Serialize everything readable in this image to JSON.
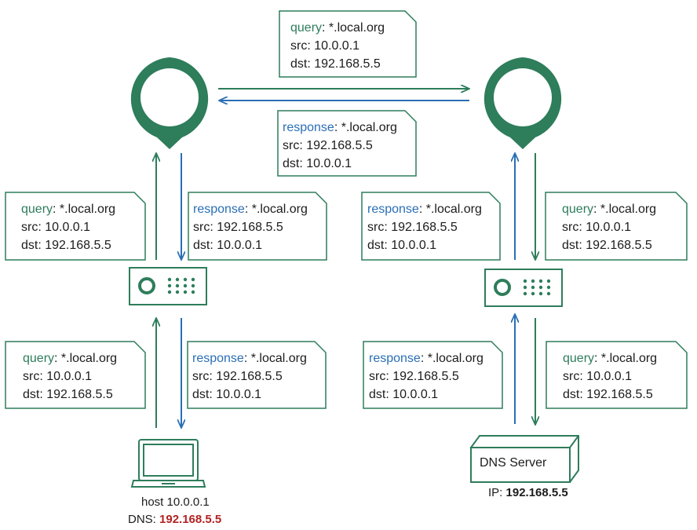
{
  "colors": {
    "green": "#2e7d5b",
    "blue": "#2a6fb5",
    "dns_highlight": "#b22222",
    "text": "#1c1c1c"
  },
  "notes": {
    "top_query": {
      "keyword": "query",
      "value": ": *.local.org",
      "src": "src: 10.0.0.1",
      "dst": "dst: 192.168.5.5"
    },
    "top_response": {
      "keyword": "response",
      "value": ": *.local.org",
      "src": "src: 192.168.5.5",
      "dst": "dst: 10.0.0.1"
    },
    "left_mid_query": {
      "keyword": "query",
      "value": ": *.local.org",
      "src": "src: 10.0.0.1",
      "dst": "dst: 192.168.5.5"
    },
    "left_mid_response": {
      "keyword": "response",
      "value": ": *.local.org",
      "src": "src: 192.168.5.5",
      "dst": "dst: 10.0.0.1"
    },
    "right_mid_response": {
      "keyword": "response",
      "value": ": *.local.org",
      "src": "src: 192.168.5.5",
      "dst": "dst: 10.0.0.1"
    },
    "right_mid_query": {
      "keyword": "query",
      "value": ": *.local.org",
      "src": "src: 10.0.0.1",
      "dst": "dst: 192.168.5.5"
    },
    "left_bot_query": {
      "keyword": "query",
      "value": ": *.local.org",
      "src": "src: 10.0.0.1",
      "dst": "dst: 192.168.5.5"
    },
    "left_bot_response": {
      "keyword": "response",
      "value": ": *.local.org",
      "src": "src: 192.168.5.5",
      "dst": "dst: 10.0.0.1"
    },
    "right_bot_response": {
      "keyword": "response",
      "value": ": *.local.org",
      "src": "src: 192.168.5.5",
      "dst": "dst: 10.0.0.1"
    },
    "right_bot_query": {
      "keyword": "query",
      "value": ": *.local.org",
      "src": "src: 10.0.0.1",
      "dst": "dst: 192.168.5.5"
    }
  },
  "host": {
    "label": "host 10.0.0.1",
    "dns_prefix": "DNS: ",
    "dns_value": "192.168.5.5"
  },
  "dns_server": {
    "label": "DNS Server",
    "ip_prefix": "IP: ",
    "ip_value": "192.168.5.5"
  },
  "icons": {
    "left_router": "location-pin-icon",
    "right_router": "location-pin-icon",
    "left_switch": "network-switch-icon",
    "right_switch": "network-switch-icon",
    "host": "laptop-icon",
    "server": "server-box-icon"
  }
}
